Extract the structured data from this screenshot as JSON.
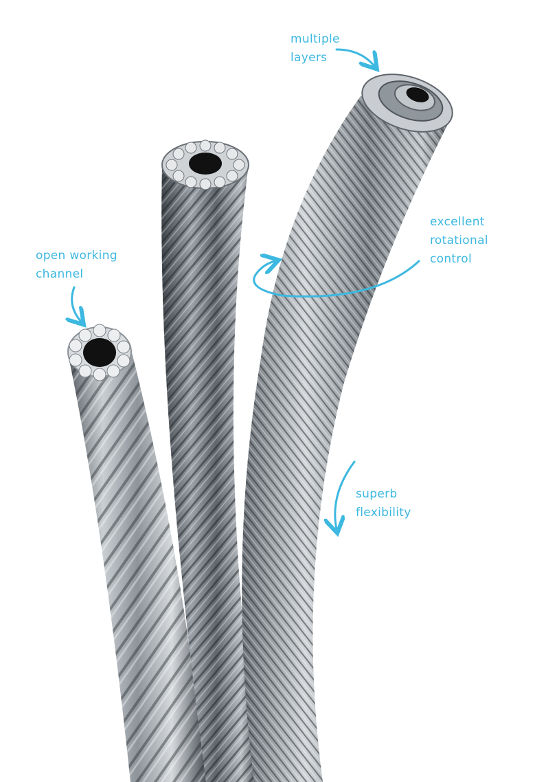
{
  "annotations": {
    "multiple_layers": "multiple\nlayers",
    "open_working_channel": "open working\nchannel",
    "rotational_control": "excellent\nrotational\ncontrol",
    "superb_flexibility": "superb\nflexibility"
  },
  "colors": {
    "accent": "#3db8e0",
    "background": "#ffffff",
    "steel_dark": "#4a5056",
    "steel_mid": "#9aa0a6",
    "steel_light": "#e8eaec",
    "lumen": "#111111"
  }
}
